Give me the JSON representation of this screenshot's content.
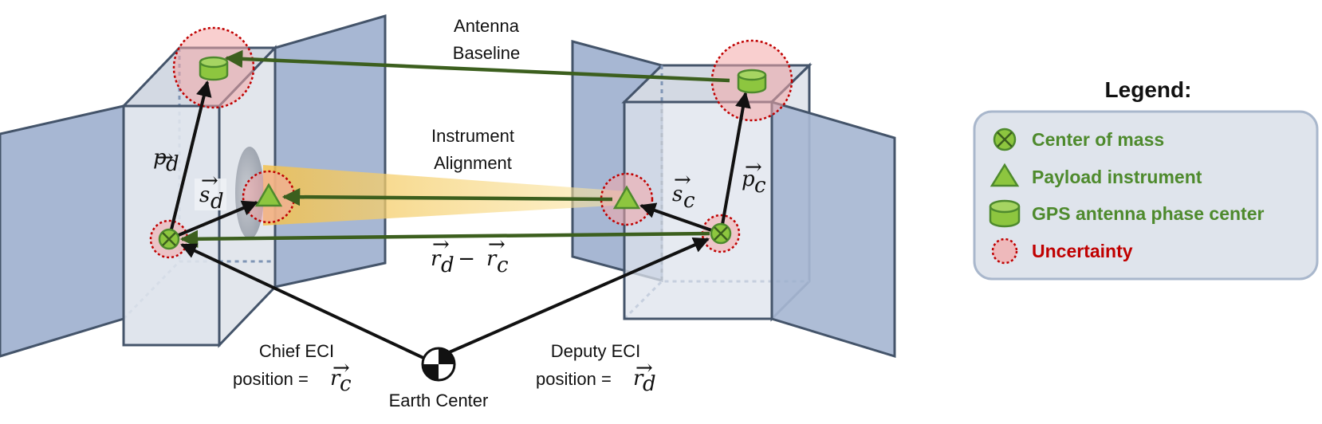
{
  "labels": {
    "antenna_baseline_1": "Antenna",
    "antenna_baseline_2": "Baseline",
    "instrument_alignment_1": "Instrument",
    "instrument_alignment_2": "Alignment",
    "chief_eci_1": "Chief ECI",
    "chief_eci_2": "position = ",
    "deputy_eci_1": "Deputy ECI",
    "deputy_eci_2": "position = ",
    "earth_center": "Earth Center"
  },
  "vectors": {
    "p_d": "p",
    "p_d_sub": "d",
    "s_d": "s",
    "s_d_sub": "d",
    "p_c": "p",
    "p_c_sub": "c",
    "s_c": "s",
    "s_c_sub": "c",
    "rel_r1": "r",
    "rel_r1_sub": "d",
    "rel_minus": " − ",
    "rel_r2": "r",
    "rel_r2_sub": "c",
    "chief_r": "r",
    "chief_r_sub": "c",
    "deputy_r": "r",
    "deputy_r_sub": "d",
    "arrow_glyph": "→"
  },
  "legend": {
    "title": "Legend:",
    "items": [
      {
        "label": "Center of mass",
        "color": "#4e8a2d"
      },
      {
        "label": "Payload instrument",
        "color": "#4e8a2d"
      },
      {
        "label": "GPS antenna phase center",
        "color": "#4e8a2d"
      },
      {
        "label": "Uncertainty",
        "color": "#c00000"
      }
    ]
  },
  "colors": {
    "panel": "#a7b7d3",
    "body_face": "#dde3ec",
    "edge": "#44546a",
    "vector_green": "#3c5f1e",
    "symbol_green": "#8dc63f",
    "uncertainty_fill": "#f4a7a7",
    "uncertainty_stroke": "#c00000",
    "beam": "#f7d36b"
  }
}
